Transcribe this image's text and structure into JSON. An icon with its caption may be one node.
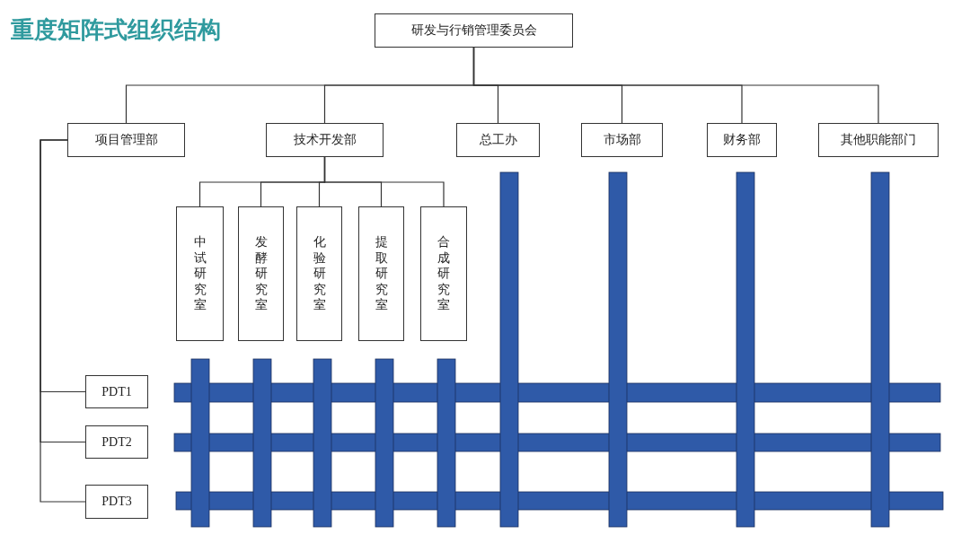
{
  "diagram": {
    "title": "重度矩阵式组织结构",
    "nodes": [
      {
        "text": [
          "研发与行销管理委员会"
        ]
      },
      {
        "text": [
          "项目管理部"
        ]
      },
      {
        "text": [
          "技术开发部"
        ]
      },
      {
        "text": [
          "总工办"
        ]
      },
      {
        "text": [
          "市场部"
        ]
      },
      {
        "text": [
          "财务部"
        ]
      },
      {
        "text": [
          "其他职能部门"
        ]
      },
      {
        "text": [
          "中试研究室"
        ]
      },
      {
        "text": [
          "发酵研究室"
        ]
      },
      {
        "text": [
          "化验研究室"
        ]
      },
      {
        "text": [
          "提取研究室"
        ]
      },
      {
        "text": [
          "合成研究室"
        ]
      },
      {
        "text": [
          "PDT1"
        ]
      },
      {
        "text": [
          "PDT2"
        ]
      },
      {
        "text": [
          "PDT3"
        ]
      }
    ],
    "edges": [
      {
        "from": 0,
        "to": 1,
        "arrow": "none"
      },
      {
        "from": 0,
        "to": 2,
        "arrow": "none"
      },
      {
        "from": 0,
        "to": 3,
        "arrow": "none"
      },
      {
        "from": 0,
        "to": 4,
        "arrow": "none"
      },
      {
        "from": 0,
        "to": 5,
        "arrow": "none"
      },
      {
        "from": 0,
        "to": 6,
        "arrow": "none"
      },
      {
        "from": 2,
        "to": 7,
        "arrow": "none"
      },
      {
        "from": 2,
        "to": 8,
        "arrow": "none"
      },
      {
        "from": 2,
        "to": 9,
        "arrow": "none"
      },
      {
        "from": 2,
        "to": 10,
        "arrow": "none"
      },
      {
        "from": 2,
        "to": 11,
        "arrow": "none"
      },
      {
        "from": 1,
        "to": 12,
        "arrow": "none"
      },
      {
        "from": 1,
        "to": 13,
        "arrow": "none"
      },
      {
        "from": 1,
        "to": 14,
        "arrow": "none"
      }
    ]
  }
}
